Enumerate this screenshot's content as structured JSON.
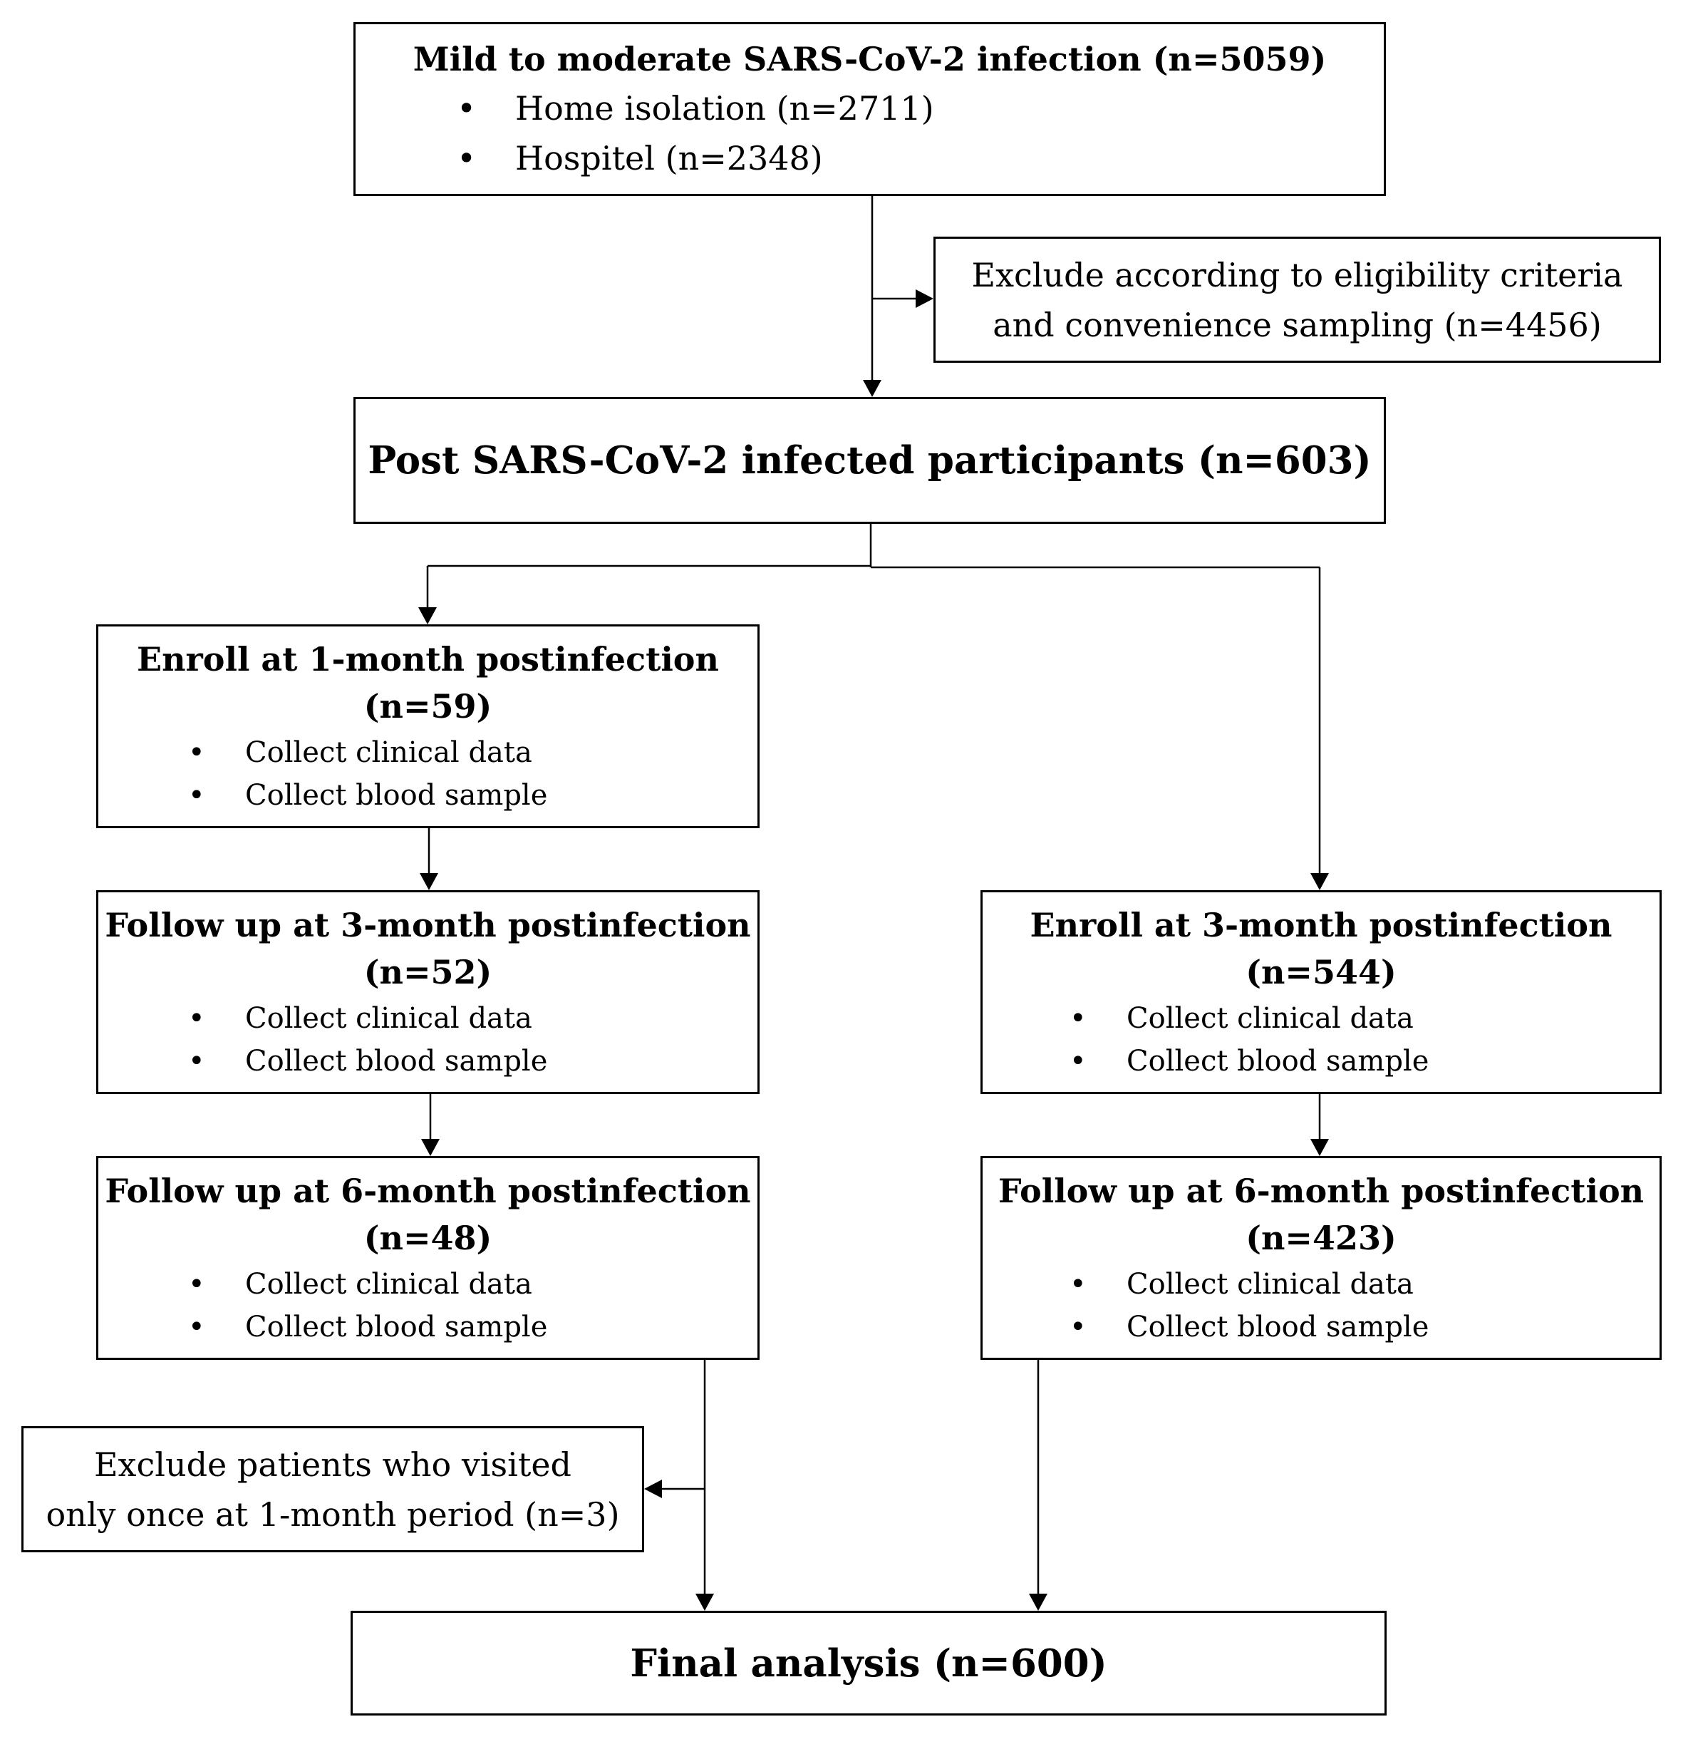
{
  "boxes": {
    "mild": {
      "title": "Mild to moderate SARS-CoV-2 infection (n=5059)",
      "items": [
        "Home isolation (n=2711)",
        "Hospitel (n=2348)"
      ]
    },
    "exclude_eligibility": {
      "lines": [
        "Exclude according to eligibility criteria",
        "and convenience sampling (n=4456)"
      ]
    },
    "post": {
      "title": "Post SARS-CoV-2 infected participants (n=603)"
    },
    "enroll_1m": {
      "title_line1": "Enroll at 1-month postinfection",
      "title_line2": "(n=59)",
      "items": [
        "Collect clinical data",
        "Collect blood sample"
      ]
    },
    "follow_3m": {
      "title_line1": "Follow up at 3-month postinfection",
      "title_line2": "(n=52)",
      "items": [
        "Collect clinical data",
        "Collect blood sample"
      ]
    },
    "enroll_3m": {
      "title_line1": "Enroll at 3-month postinfection",
      "title_line2": "(n=544)",
      "items": [
        "Collect clinical data",
        "Collect blood sample"
      ]
    },
    "follow_6m_a": {
      "title_line1": "Follow up at 6-month postinfection",
      "title_line2": "(n=48)",
      "items": [
        "Collect clinical data",
        "Collect blood sample"
      ]
    },
    "follow_6m_b": {
      "title_line1": "Follow up at 6-month postinfection",
      "title_line2": "(n=423)",
      "items": [
        "Collect clinical data",
        "Collect blood sample"
      ]
    },
    "exclude_once": {
      "lines": [
        "Exclude patients who visited",
        "only once at 1-month period (n=3)"
      ]
    },
    "final": {
      "title": "Final analysis (n=600)"
    }
  },
  "bullet_glyph": "•"
}
